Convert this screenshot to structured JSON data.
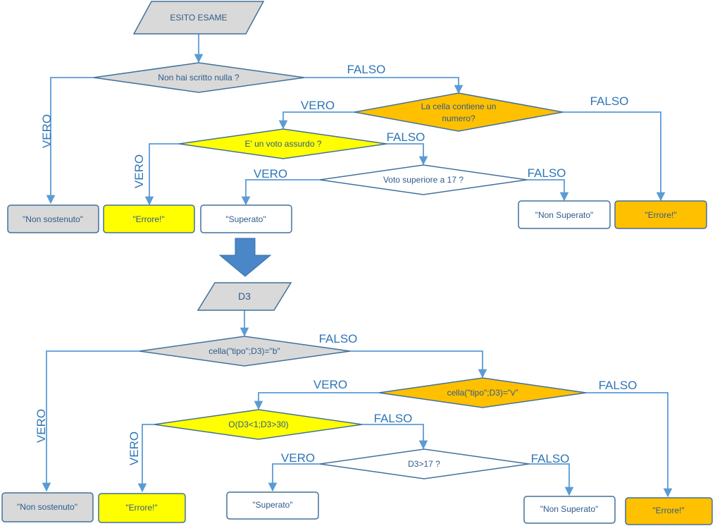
{
  "colors": {
    "gray": "#d9d9d9",
    "yellow": "#ffff00",
    "orange": "#ffc000",
    "white": "#ffffff",
    "border": "#41719c",
    "line": "#5b9bd5",
    "arrow": "#4a86c8"
  },
  "top": {
    "io_label": "ESITO ESAME",
    "q1": "Non hai scritto nulla ?",
    "q2_line1": "La cella contiene un",
    "q2_line2": "numero?",
    "q3": "E' un voto assurdo ?",
    "q4": "Voto superiore a 17 ?",
    "r_non_sostenuto": "\"Non  sostenuto\"",
    "r_errore_yellow": "\"Errore!\"",
    "r_superato": "\"Superato\"",
    "r_non_superato": "\"Non Superato\"",
    "r_errore_orange": "\"Errore!\""
  },
  "bottom": {
    "io_label": "D3",
    "q1": "cella(\"tipo\";D3)=\"b\"",
    "q2": "cella(\"tipo\";D3)=\"v\"",
    "q3": "O(D3<1;D3>30)",
    "q4": "D3>17 ?",
    "r_non_sostenuto": "\"Non  sostenuto\"",
    "r_errore_yellow": "\"Errore!\"",
    "r_superato": "\"Superato\"",
    "r_non_superato": "\"Non Superato\"",
    "r_errore_orange": "\"Errore!\""
  },
  "labels": {
    "vero": "VERO",
    "falso": "FALSO"
  }
}
